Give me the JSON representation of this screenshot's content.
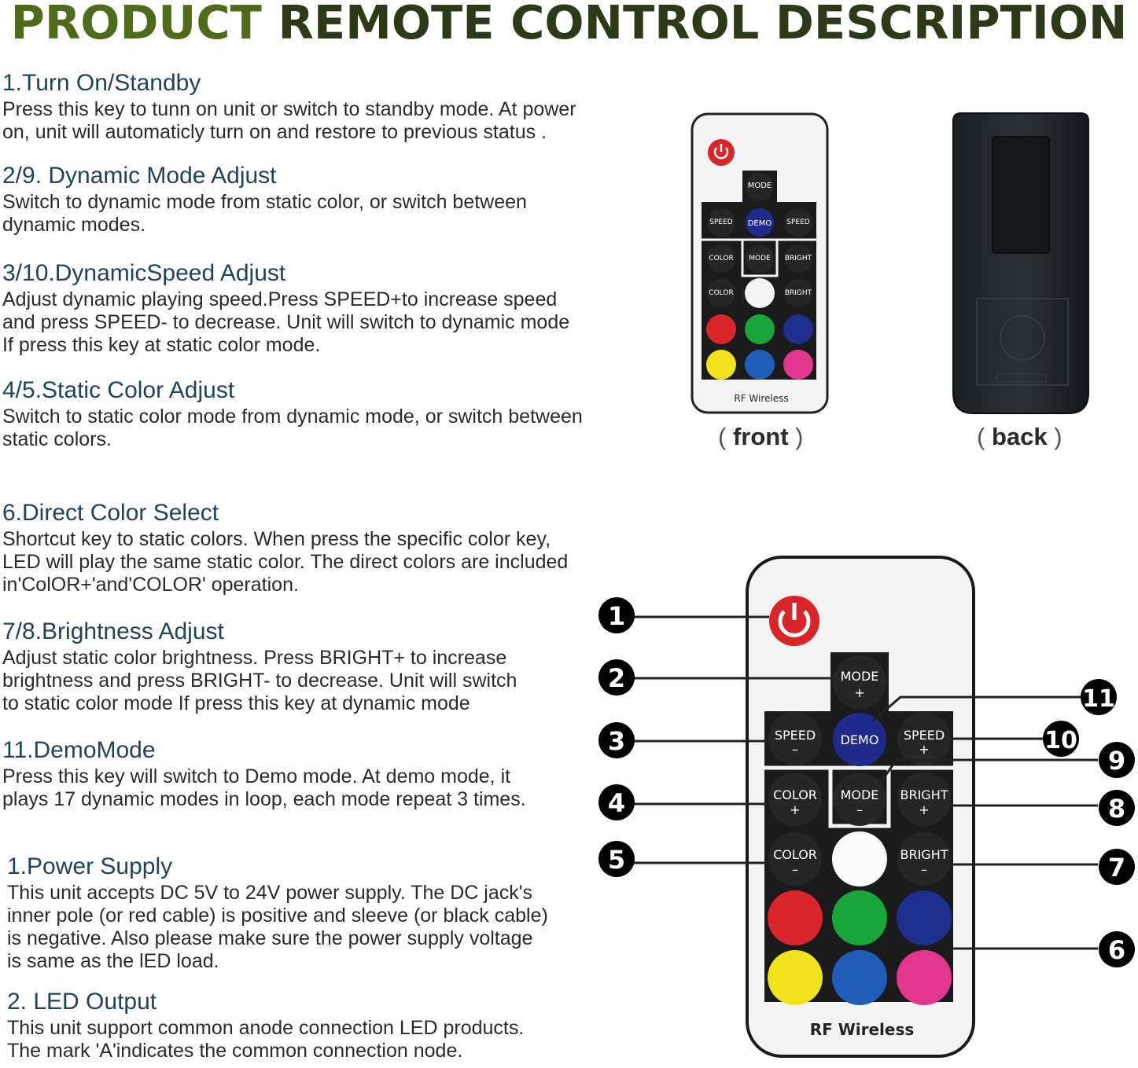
{
  "title": {
    "word1": "PRODUCT",
    "word2": "REMOTE CONTROL DESCRIPTION"
  },
  "sections": [
    {
      "heading": "1.Turn On/Standby",
      "lines": [
        "Press this key to tunn on unit or switch to standby mode. At power",
        "on, unit will automaticly turn on and restore to previous status ."
      ]
    },
    {
      "heading": "2/9. Dynamic Mode Adjust",
      "lines": [
        "Switch to dynamic mode from static color, or switch between",
        "dynamic modes."
      ]
    },
    {
      "heading": "3/10.DynamicSpeed Adjust",
      "lines": [
        "Adjust dynamic playing speed.Press SPEED+to increase speed",
        "and press SPEED- to decrease. Unit will switch to dynamic mode",
        "If press this key at static color mode."
      ]
    },
    {
      "heading": "4/5.Static Color Adjust",
      "lines": [
        "Switch to static color mode from dynamic mode, or switch between",
        "static colors."
      ]
    },
    {
      "heading": "6.Direct Color Select",
      "lines": [
        "Shortcut key to static colors. When press the specific color key,",
        "LED will play the same static color. The direct colors are included",
        "in'ColOR+'and'COLOR' operation."
      ]
    },
    {
      "heading": "7/8.Brightness Adjust",
      "lines": [
        "Adjust static color brightness. Press BRIGHT+ to increase",
        "brightness and press BRIGHT- to decrease. Unit will switch",
        "to static color mode If press this key at dynamic mode"
      ]
    },
    {
      "heading": "11.DemoMode",
      "lines": [
        "Press this key will switch to Demo mode. At demo mode, it",
        "plays 17 dynamic modes in loop, each mode repeat 3 times."
      ]
    },
    {
      "heading": "1.Power Supply",
      "lines": [
        "This unit accepts DC 5V to 24V power supply. The DC jack's",
        "inner pole (or red cable) is positive and sleeve (or black cable)",
        "is negative. Also please make sure the power supply voltage",
        "is same as the lED load."
      ]
    },
    {
      "heading": "2. LED Output",
      "lines": [
        "This unit support common anode connection LED products.",
        "The mark 'A'indicates the common connection node."
      ]
    }
  ],
  "captions": {
    "front": "front",
    "back": "back",
    "open_paren": "(",
    "close_paren": ")"
  },
  "remote": {
    "mode": "MODE",
    "speed": "SPEED",
    "demo": "DEMO",
    "color": "COLOR",
    "bright": "BRIGHT",
    "plus": "+",
    "minus": "–",
    "rf": "RF Wireless",
    "button_colors": [
      "#d9252a",
      "#1aa53b",
      "#1e2e8c",
      "#f1e21c",
      "#1f5db8",
      "#e2358e"
    ],
    "power_color": "#d9252a"
  },
  "callouts": {
    "left": [
      "1",
      "2",
      "3",
      "4",
      "5"
    ],
    "right": [
      "11",
      "10",
      "9",
      "8",
      "7",
      "6"
    ]
  }
}
